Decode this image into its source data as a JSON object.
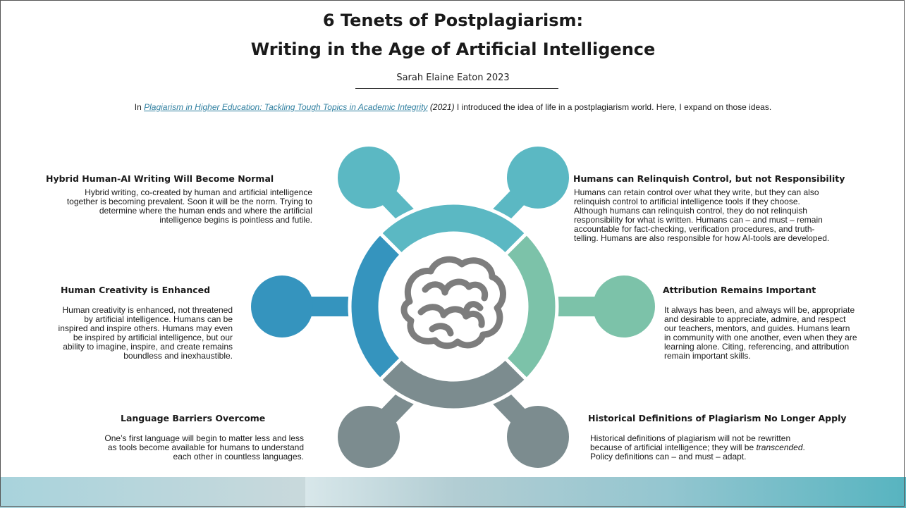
{
  "header": {
    "title_line1": "6 Tenets of Postplagiarism:",
    "title_line2": "Writing in the Age of Artificial Intelligence",
    "author": "Sarah Elaine Eaton 2023",
    "intro_prefix": "In ",
    "intro_link": "Plagiarism in Higher Education: Tackling Tough Topics in Academic Integrity",
    "intro_year": " (2021)",
    "intro_suffix": " I introduced the idea of life in a postplagiarism world. Here, I expand on those ideas."
  },
  "tenets": {
    "hybrid": {
      "heading": "Hybrid Human-AI Writing Will Become Normal",
      "lines": [
        "Hybrid writing, co-created by human and artificial intelligence",
        "together is becoming prevalent. Soon it will be the norm. Trying to",
        "determine where the human ends and where the artificial",
        "intelligence begins is pointless and futile."
      ]
    },
    "creativity": {
      "heading": "Human Creativity is Enhanced",
      "lines": [
        "Human creativity is enhanced, not threatened",
        "by artificial intelligence. Humans can be",
        "inspired and inspire others. Humans may even",
        "be inspired by artificial intelligence, but our",
        "ability to imagine, inspire, and create remains",
        "boundless and inexhaustible."
      ]
    },
    "language": {
      "heading": "Language Barriers Overcome",
      "lines": [
        "One’s first language will begin to matter less and less",
        "as tools become available for humans to understand",
        "each other in countless languages."
      ]
    },
    "control": {
      "heading": "Humans can Relinquish Control, but not Responsibility",
      "lines": [
        "Humans can retain control over what they write, but they can also",
        "relinquish control to artificial intelligence tools if they choose.",
        "Although humans can relinquish control, they do not relinquish",
        "responsibility for what is written. Humans can – and must – remain",
        "accountable for fact-checking, verification procedures, and truth-",
        "telling. Humans are also responsible for how AI-tools are developed."
      ]
    },
    "attribution": {
      "heading": "Attribution Remains Important",
      "lines": [
        "It always has been, and always will be, appropriate",
        "and desirable to appreciate, admire, and respect",
        "our teachers, mentors, and guides. Humans learn",
        "in community with one another, even when they are",
        "learning alone. Citing, referencing, and attribution",
        "remain important skills."
      ]
    },
    "historical": {
      "heading": "Historical Definitions of Plagiarism No Longer Apply",
      "line1": "Historical definitions of plagiarism will not be rewritten",
      "line2_prefix": "because of artificial intelligence; they will be ",
      "line2_em": "transcended",
      "line2_suffix": ".",
      "line3": "Policy definitions can – and must – adapt."
    }
  },
  "diagram": {
    "center_icon": "brain-icon",
    "colors": {
      "top": "#5bb8c3",
      "right": "#7cc2a9",
      "bottom": "#7c8c8f",
      "left": "#3594be",
      "brain": "#7d7d7d"
    }
  }
}
